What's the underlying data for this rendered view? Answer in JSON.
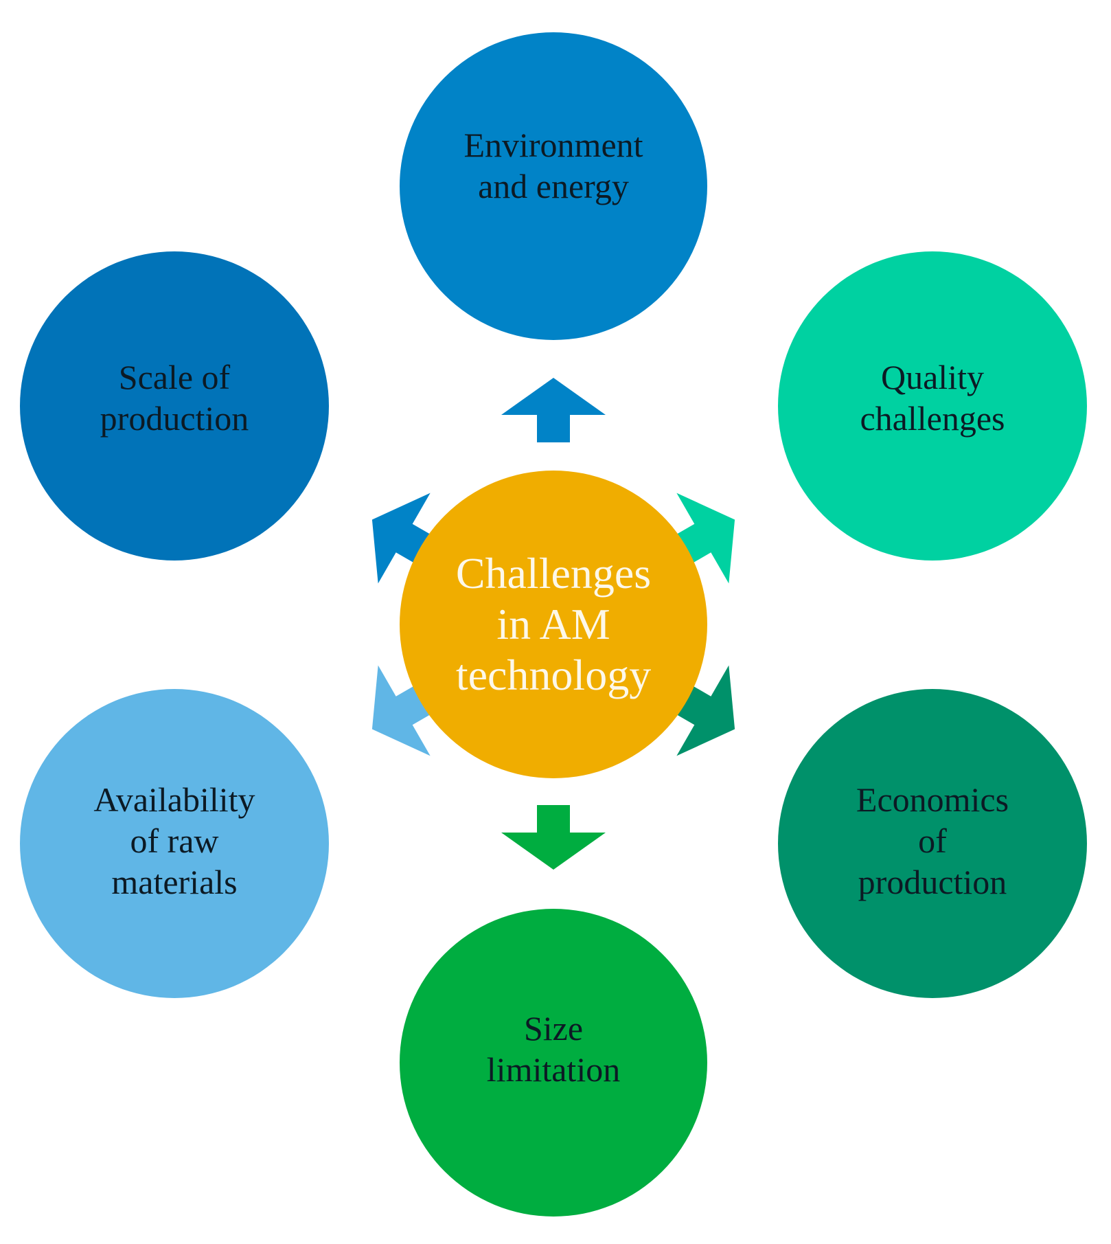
{
  "center": {
    "label": "Challenges\nin AM\ntechnology",
    "color": "#f0ad00",
    "text_color": "#fdf8ea"
  },
  "nodes": [
    {
      "id": "top",
      "label": "Environment\nand energy",
      "color": "#0183c7",
      "arrow_color": "#0183c7"
    },
    {
      "id": "tr",
      "label": "Quality\nchallenges",
      "color": "#00d1a1",
      "arrow_color": "#00d1a1"
    },
    {
      "id": "br",
      "label": "Economics\nof\nproduction",
      "color": "#00916a",
      "arrow_color": "#00916a"
    },
    {
      "id": "bottom",
      "label": "Size\nlimitation",
      "color": "#00ad40",
      "arrow_color": "#00ad40"
    },
    {
      "id": "bl",
      "label": "Availability\nof raw\nmaterials",
      "color": "#60b6e6",
      "arrow_color": "#60b6e6"
    },
    {
      "id": "tl",
      "label": "Scale of\nproduction",
      "color": "#0173b8",
      "arrow_color": "#0183c7"
    }
  ],
  "text_color": "#0c1a24"
}
